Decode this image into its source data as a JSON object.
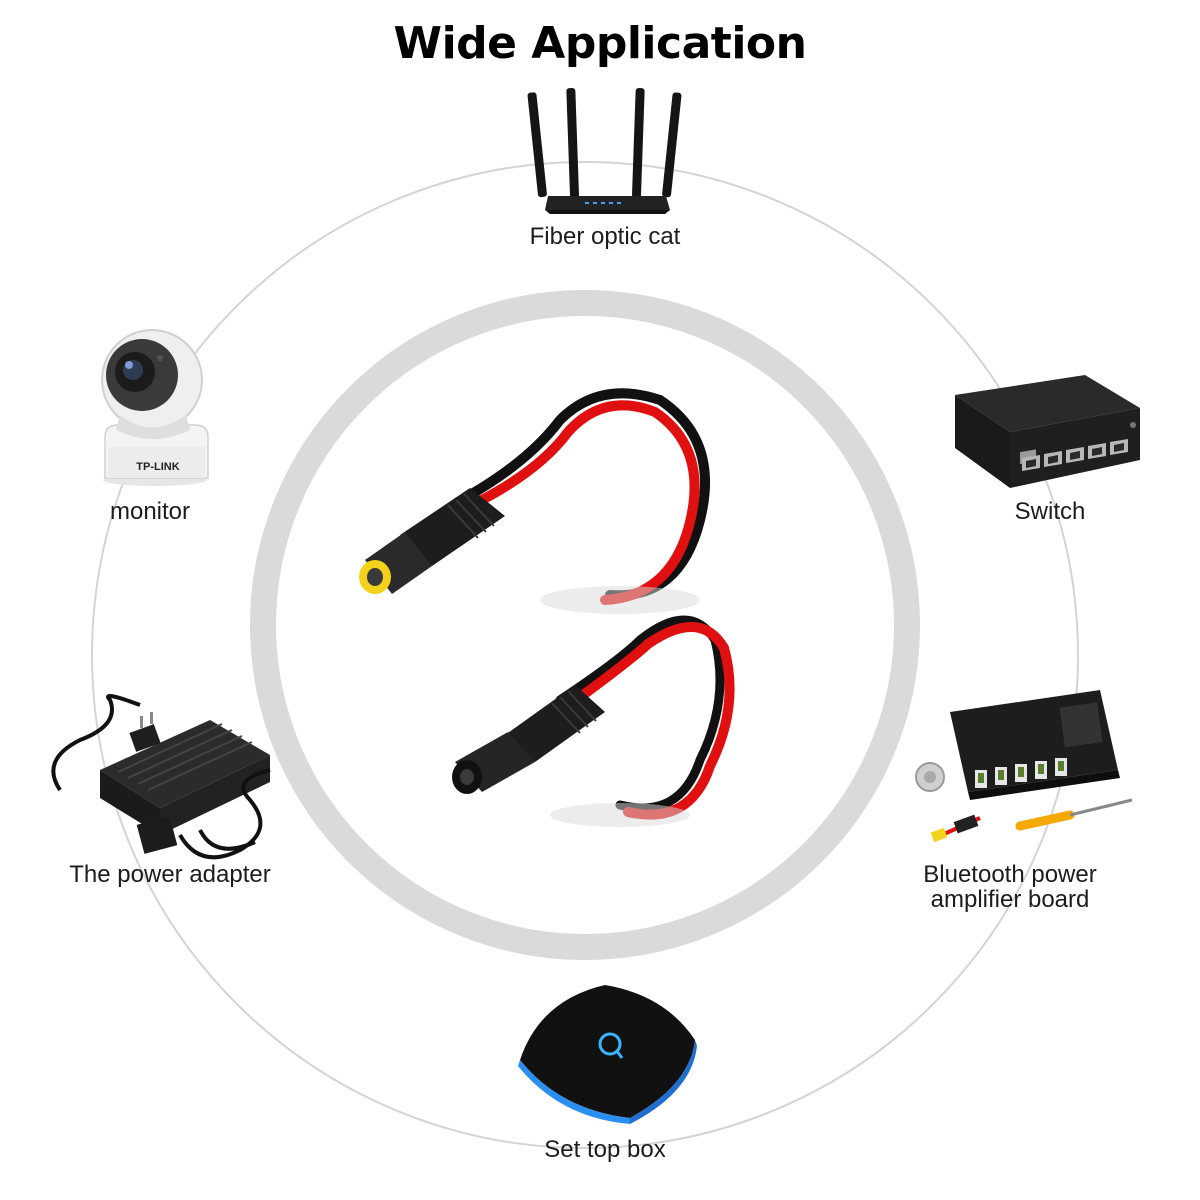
{
  "title": "Wide Application",
  "devices": {
    "router": {
      "label": "Fiber optic cat",
      "icon": "router-icon"
    },
    "camera": {
      "label": "monitor",
      "icon": "security-camera-icon",
      "logo_text": "TP-LINK"
    },
    "switch": {
      "label": "Switch",
      "icon": "network-switch-icon"
    },
    "adapter": {
      "label": "The power adapter",
      "icon": "power-adapter-icon"
    },
    "amplifier": {
      "label_line1": "Bluetooth power",
      "label_line2": "amplifier board",
      "icon": "amplifier-board-icon"
    },
    "settopbox": {
      "label": "Set top box",
      "icon": "set-top-box-icon"
    }
  },
  "product": {
    "icon": "dc-power-cable-icon",
    "items": [
      "male-dc-pigtail",
      "female-dc-pigtail"
    ]
  },
  "colors": {
    "ring": "#d9d9d9",
    "outer_circle": "#cfcfcf",
    "wire_red": "#e01010",
    "wire_black": "#111111",
    "tip_yellow": "#f2d21a"
  }
}
